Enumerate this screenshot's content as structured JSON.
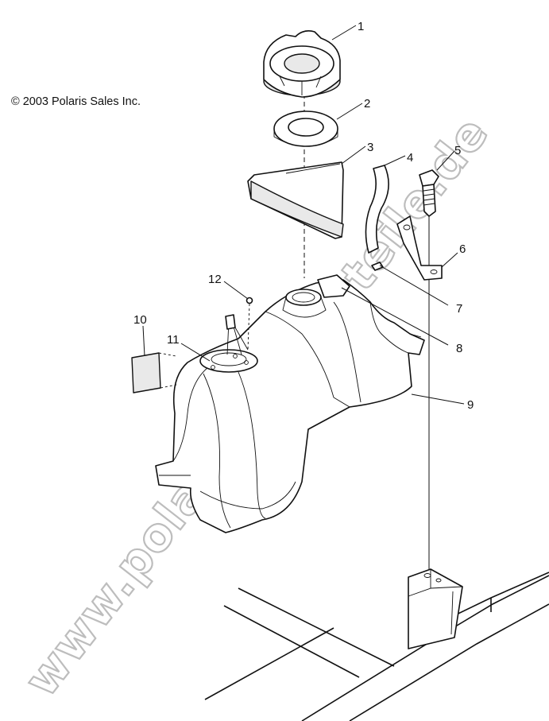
{
  "copyright": "© 2003 Polaris Sales Inc.",
  "watermark": "www.polaris-ersatzteile.de",
  "callouts": [
    "1",
    "2",
    "3",
    "4",
    "5",
    "6",
    "7",
    "8",
    "9",
    "10",
    "11",
    "12"
  ],
  "colors": {
    "line": "#111111",
    "watermark": "#bdbdbd",
    "background": "#ffffff"
  }
}
